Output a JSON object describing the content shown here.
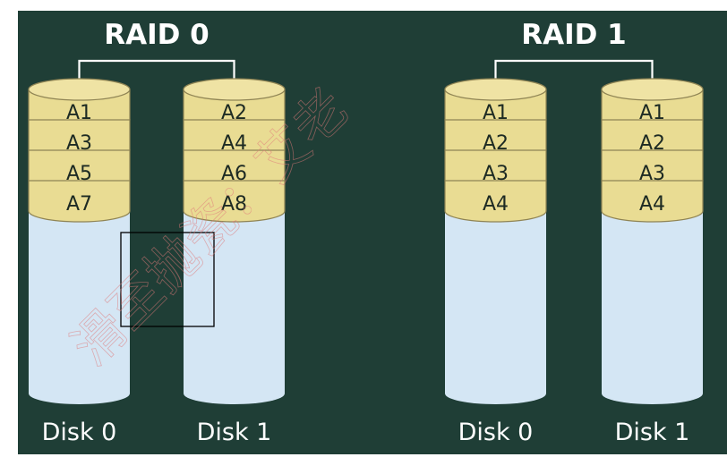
{
  "colors": {
    "background": "#1f3e36",
    "block_fill": "#e9dc93",
    "block_stroke": "#8f8454",
    "empty_disk_fill": "#d4e6f4",
    "connector": "#ffffff",
    "watermark": "#e07a7a"
  },
  "groups": [
    {
      "title": "RAID 0",
      "disks": [
        {
          "label": "Disk 0",
          "blocks": [
            "A1",
            "A3",
            "A5",
            "A7"
          ]
        },
        {
          "label": "Disk 1",
          "blocks": [
            "A2",
            "A4",
            "A6",
            "A8"
          ]
        }
      ]
    },
    {
      "title": "RAID 1",
      "disks": [
        {
          "label": "Disk 0",
          "blocks": [
            "A1",
            "A2",
            "A3",
            "A4"
          ]
        },
        {
          "label": "Disk 1",
          "blocks": [
            "A1",
            "A2",
            "A3",
            "A4"
          ]
        }
      ]
    }
  ],
  "watermark": {
    "text": "滑至抛瓷：艾老"
  }
}
